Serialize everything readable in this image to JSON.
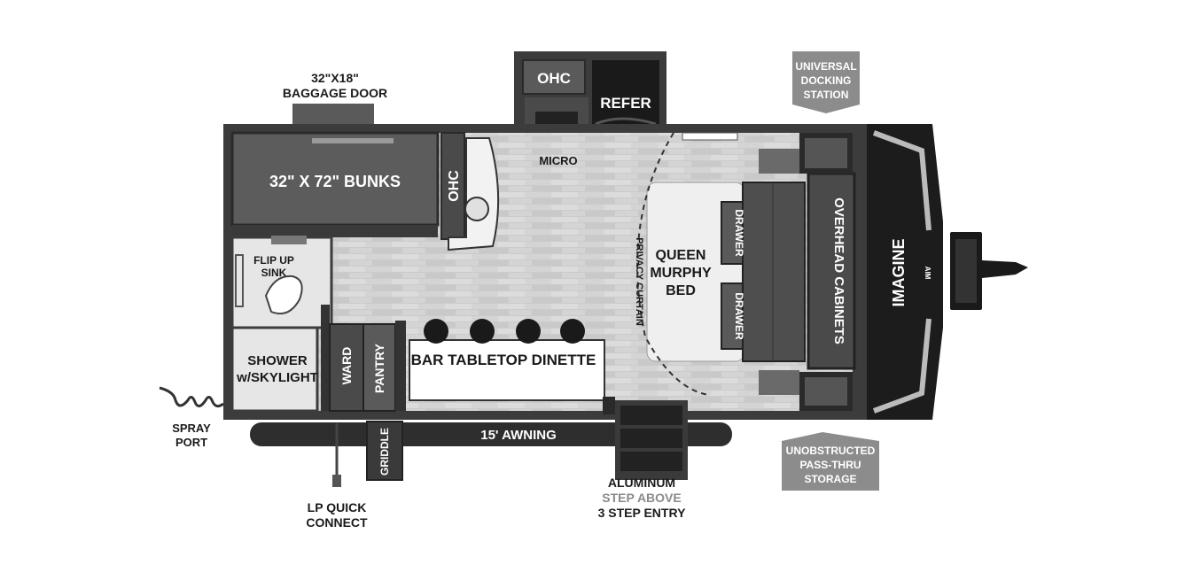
{
  "labels": {
    "baggage_size": "32\"X18\"",
    "baggage_door": "BAGGAGE DOOR",
    "bunks": "32\" X 72\" BUNKS",
    "ohc_left": "OHC",
    "ohc_top": "OHC",
    "refer": "REFER",
    "micro": "MICRO",
    "flip_sink_1": "FLIP UP",
    "flip_sink_2": "SINK",
    "shower_1": "SHOWER",
    "shower_2": "w/SKYLIGHT",
    "ward": "WARD",
    "pantry": "PANTRY",
    "dinette": "BAR TABLETOP DINETTE",
    "awning": "15' AWNING",
    "griddle": "GRIDDLE",
    "privacy_curtain": "PRIVACY CURTAIN",
    "bed_1": "QUEEN",
    "bed_2": "MURPHY",
    "bed_3": "BED",
    "drawer_top": "DRAWER",
    "drawer_bottom": "DRAWER",
    "overhead": "OVERHEAD CABINETS",
    "brand": "IMAGINE",
    "brand_sub": "AIM",
    "docking_1": "UNIVERSAL",
    "docking_2": "DOCKING",
    "docking_3": "STATION",
    "storage_1": "UNOBSTRUCTED",
    "storage_2": "PASS-THRU",
    "storage_3": "STORAGE",
    "spray_1": "SPRAY",
    "spray_2": "PORT",
    "lp_1": "LP QUICK",
    "lp_2": "CONNECT",
    "step_1": "ALUMINUM",
    "step_2": "STEP ABOVE",
    "step_3": "3 STEP ENTRY"
  },
  "colors": {
    "wall": "#3c3c3c",
    "floor": "#cfcfcf",
    "cabinet": "#555555",
    "dark": "#1e1e1e",
    "callout": "#8c8c8c"
  }
}
